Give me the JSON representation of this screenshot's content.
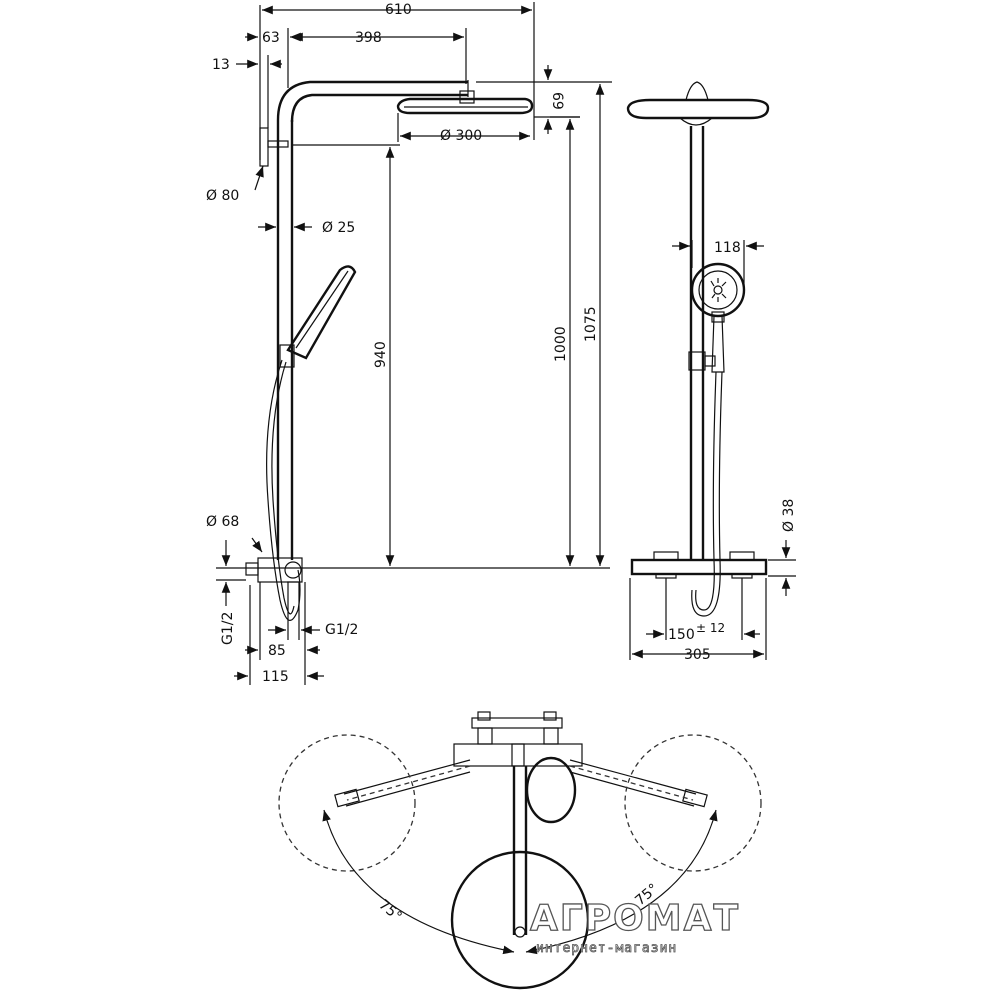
{
  "dims": {
    "d610": "610",
    "d63": "63",
    "d398": "398",
    "d13": "13",
    "d69": "69",
    "d300": "Ø 300",
    "d80": "Ø 80",
    "d25": "Ø 25",
    "d940": "940",
    "d1000": "1000",
    "d1075": "1075",
    "d118": "118",
    "d68": "Ø 68",
    "d38": "Ø 38",
    "g12left": "G1/2",
    "g12right": "G1/2",
    "d85": "85",
    "d115": "115",
    "d150": "150",
    "d150tol": "± 12",
    "d305": "305",
    "a75left": "75°",
    "a75right": "75°"
  },
  "watermark": {
    "brand": "АГРОМАТ",
    "subtitle": "интернет-магазин"
  }
}
